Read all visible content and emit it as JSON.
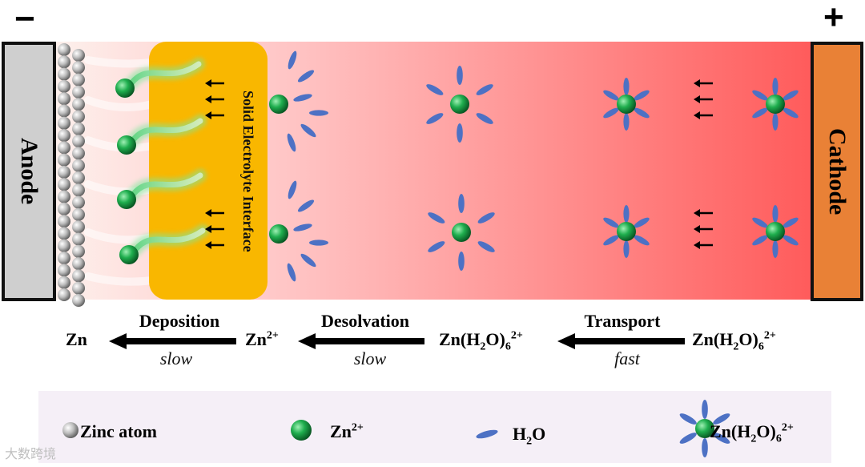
{
  "electrodes": {
    "anode_sign": "−",
    "cathode_sign": "+",
    "anode_label": "Anode",
    "cathode_label": "Cathode"
  },
  "sei_label": "Solid Electrolyte Interface",
  "process": {
    "deposition": {
      "label": "Deposition",
      "speed": "slow"
    },
    "desolvation": {
      "label": "Desolvation",
      "speed": "slow"
    },
    "transport": {
      "label": "Transport",
      "speed": "fast"
    }
  },
  "species": {
    "zn": "Zn",
    "zn_ion": "Zn",
    "zn_ion_charge": "2+",
    "hydrated_base": "Zn(H",
    "hydrated_sub2": "2",
    "hydrated_mid": "O)",
    "hydrated_sub6": "6",
    "hydrated_charge": "2+"
  },
  "legend": {
    "zinc_atom": "Zinc atom",
    "zn_ion": "Zn",
    "zn_ion_charge": "2+",
    "h2o_h": "H",
    "h2o_sub": "2",
    "h2o_o": "O",
    "hydrated_base": "Zn(H",
    "hydrated_sub2": "2",
    "hydrated_mid": "O)",
    "hydrated_sub6": "6",
    "hydrated_charge": "2+"
  },
  "watermark": "大数跨境",
  "colors": {
    "sei": "#f9b700",
    "anode": "#cfcfcf",
    "cathode": "#e98136",
    "ion_green": "#1ea34a",
    "water_blue": "#4d71c4",
    "electrolyte_gradient_start": "#fde9e6",
    "electrolyte_gradient_end": "#ff5a5a"
  }
}
